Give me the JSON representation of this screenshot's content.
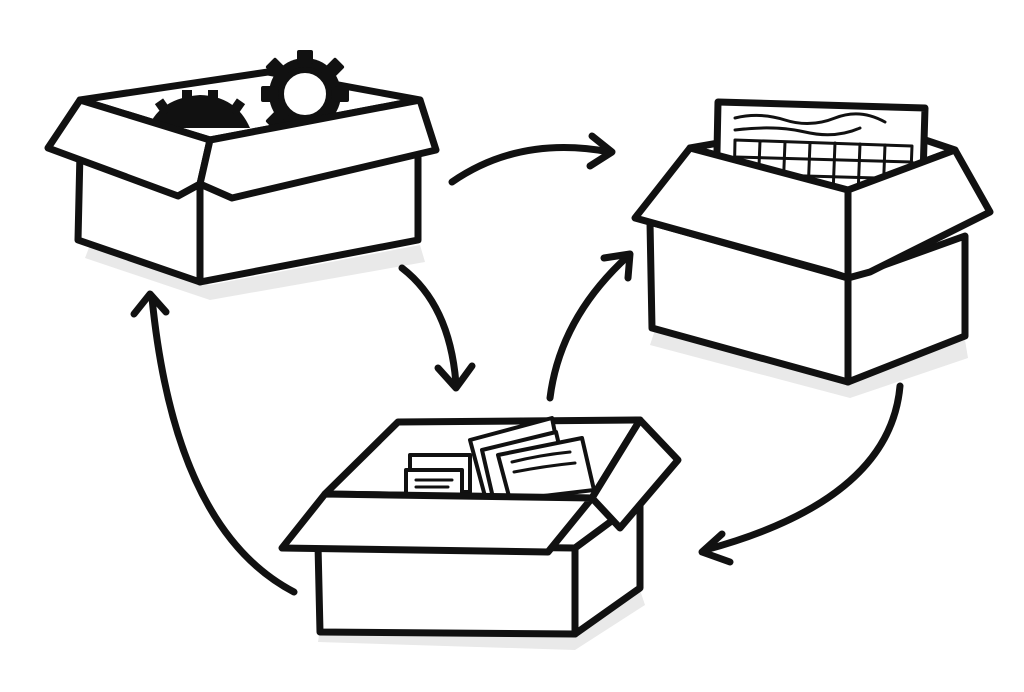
{
  "diagram": {
    "boxes": [
      {
        "id": "box-gears",
        "contents": "gear-icon"
      },
      {
        "id": "box-spreadsheet",
        "contents": "spreadsheet-icon"
      },
      {
        "id": "box-documents",
        "contents": "document-stack-icon"
      }
    ],
    "arrows": [
      {
        "from": "box-gears",
        "to": "box-spreadsheet"
      },
      {
        "from": "box-gears",
        "to": "box-documents"
      },
      {
        "from": "box-documents",
        "to": "box-spreadsheet"
      },
      {
        "from": "box-spreadsheet",
        "to": "box-documents"
      },
      {
        "from": "box-documents",
        "to": "box-gears"
      }
    ],
    "colors": {
      "ink": "#111111",
      "paper": "#ffffff",
      "shadow": "#e9e9e9"
    }
  }
}
